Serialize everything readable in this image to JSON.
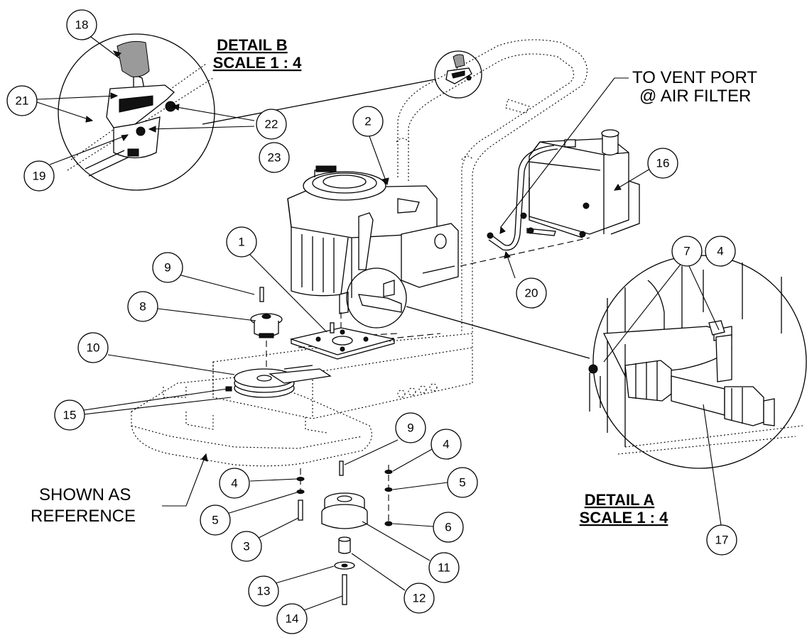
{
  "detail_b": {
    "title": "DETAIL B",
    "scale": "SCALE 1 : 4"
  },
  "detail_a": {
    "title": "DETAIL A",
    "scale": "SCALE 1 : 4"
  },
  "vent_note": {
    "line1": "TO VENT PORT",
    "line2": "@ AIR FILTER"
  },
  "reference_note": {
    "line1": "SHOWN AS",
    "line2": "REFERENCE"
  },
  "callouts": [
    {
      "id": "c18",
      "label": "18"
    },
    {
      "id": "c21",
      "label": "21"
    },
    {
      "id": "c22",
      "label": "22"
    },
    {
      "id": "c23",
      "label": "23"
    },
    {
      "id": "c19",
      "label": "19"
    },
    {
      "id": "c2",
      "label": "2"
    },
    {
      "id": "c16",
      "label": "16"
    },
    {
      "id": "c1",
      "label": "1"
    },
    {
      "id": "c9a",
      "label": "9"
    },
    {
      "id": "c8",
      "label": "8"
    },
    {
      "id": "c10",
      "label": "10"
    },
    {
      "id": "c15",
      "label": "15"
    },
    {
      "id": "c20",
      "label": "20"
    },
    {
      "id": "c7",
      "label": "7"
    },
    {
      "id": "c4a",
      "label": "4"
    },
    {
      "id": "c9b",
      "label": "9"
    },
    {
      "id": "c4b",
      "label": "4"
    },
    {
      "id": "c4c",
      "label": "4"
    },
    {
      "id": "c5a",
      "label": "5"
    },
    {
      "id": "c5b",
      "label": "5"
    },
    {
      "id": "c6",
      "label": "6"
    },
    {
      "id": "c3",
      "label": "3"
    },
    {
      "id": "c11",
      "label": "11"
    },
    {
      "id": "c12",
      "label": "12"
    },
    {
      "id": "c13",
      "label": "13"
    },
    {
      "id": "c14",
      "label": "14"
    },
    {
      "id": "c17",
      "label": "17"
    }
  ]
}
